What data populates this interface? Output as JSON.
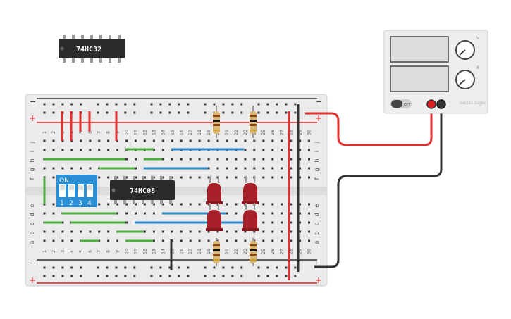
{
  "colors": {
    "breadboard": "#ebebeb",
    "hole": "#3a3a3a",
    "rail_red": "#e02020",
    "rail_black": "#333333",
    "wire_red": "#e23030",
    "wire_green": "#4caf3c",
    "wire_blue": "#2e8bc8",
    "wire_black": "#333333",
    "led": "#a8202a",
    "chip": "#2b2b2b",
    "dip_switch": "#2b8fd6",
    "psu_body": "#eeeeee"
  },
  "chip_top": {
    "label": "74HC32"
  },
  "chip_board": {
    "label": "74HC08"
  },
  "dip_switch": {
    "on_label": "ON",
    "numbers": [
      "1",
      "2",
      "3",
      "4"
    ]
  },
  "breadboard": {
    "plus": "+",
    "minus": "−",
    "column_numbers": [
      "1",
      "2",
      "3",
      "4",
      "5",
      "6",
      "7",
      "8",
      "9",
      "10",
      "11",
      "12",
      "13",
      "14",
      "15",
      "16",
      "17",
      "18",
      "19",
      "20",
      "21",
      "22",
      "23",
      "24",
      "25",
      "26",
      "27",
      "28",
      "29",
      "30"
    ],
    "rows_top": [
      "j",
      "i",
      "h",
      "g",
      "f"
    ],
    "rows_bottom": [
      "e",
      "d",
      "c",
      "b",
      "a"
    ]
  },
  "power_supply": {
    "off_label": "OFF",
    "knob1_label": "V",
    "knob2_label": "A",
    "brand": "XMODEL SUPPLY"
  },
  "icons": [
    "bolt-icon",
    "toggle-switch-icon"
  ]
}
